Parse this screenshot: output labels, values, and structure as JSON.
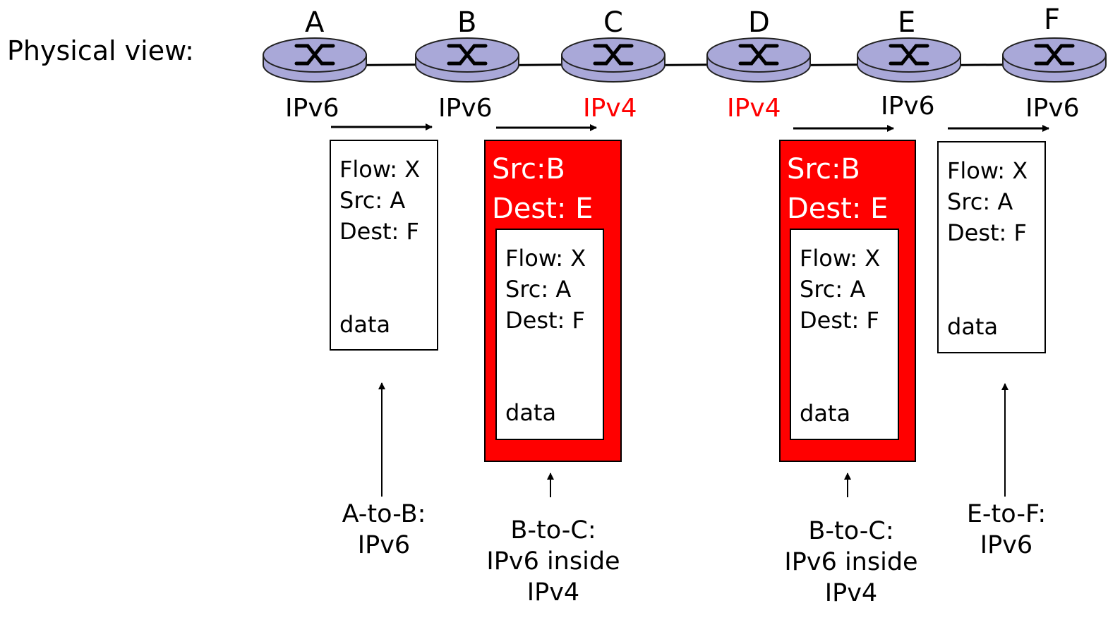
{
  "title": "Physical view:",
  "nodes": [
    {
      "name": "A",
      "version": "IPv6"
    },
    {
      "name": "B",
      "version": "IPv6"
    },
    {
      "name": "C",
      "version": "IPv4"
    },
    {
      "name": "D",
      "version": "IPv4"
    },
    {
      "name": "E",
      "version": "IPv6"
    },
    {
      "name": "F",
      "version": "IPv6"
    }
  ],
  "colors": {
    "ipv4_text": "#ff0000",
    "tunnel_header": "#ff0000",
    "router_fill": "#a9a8d8"
  },
  "icons": {
    "router": "router-icon",
    "arrow": "arrow-icon"
  },
  "packets": [
    {
      "lines": [
        "Flow: X",
        "Src: A",
        "Dest: F"
      ],
      "data": "data"
    },
    {
      "outer": [
        "Src:B",
        "Dest: E"
      ],
      "lines": [
        "Flow: X",
        "Src: A",
        "Dest: F"
      ],
      "data": "data"
    },
    {
      "outer": [
        "Src:B",
        "Dest: E"
      ],
      "lines": [
        "Flow: X",
        "Src: A",
        "Dest: F"
      ],
      "data": "data"
    },
    {
      "lines": [
        "Flow: X",
        "Src: A",
        "Dest: F"
      ],
      "data": "data"
    }
  ],
  "captions": [
    {
      "lines": [
        "A-to-B:",
        "IPv6"
      ]
    },
    {
      "lines": [
        "B-to-C:",
        "IPv6 inside",
        "IPv4"
      ]
    },
    {
      "lines": [
        "B-to-C:",
        "IPv6 inside",
        "IPv4"
      ]
    },
    {
      "lines": [
        "E-to-F:",
        "IPv6"
      ]
    }
  ]
}
